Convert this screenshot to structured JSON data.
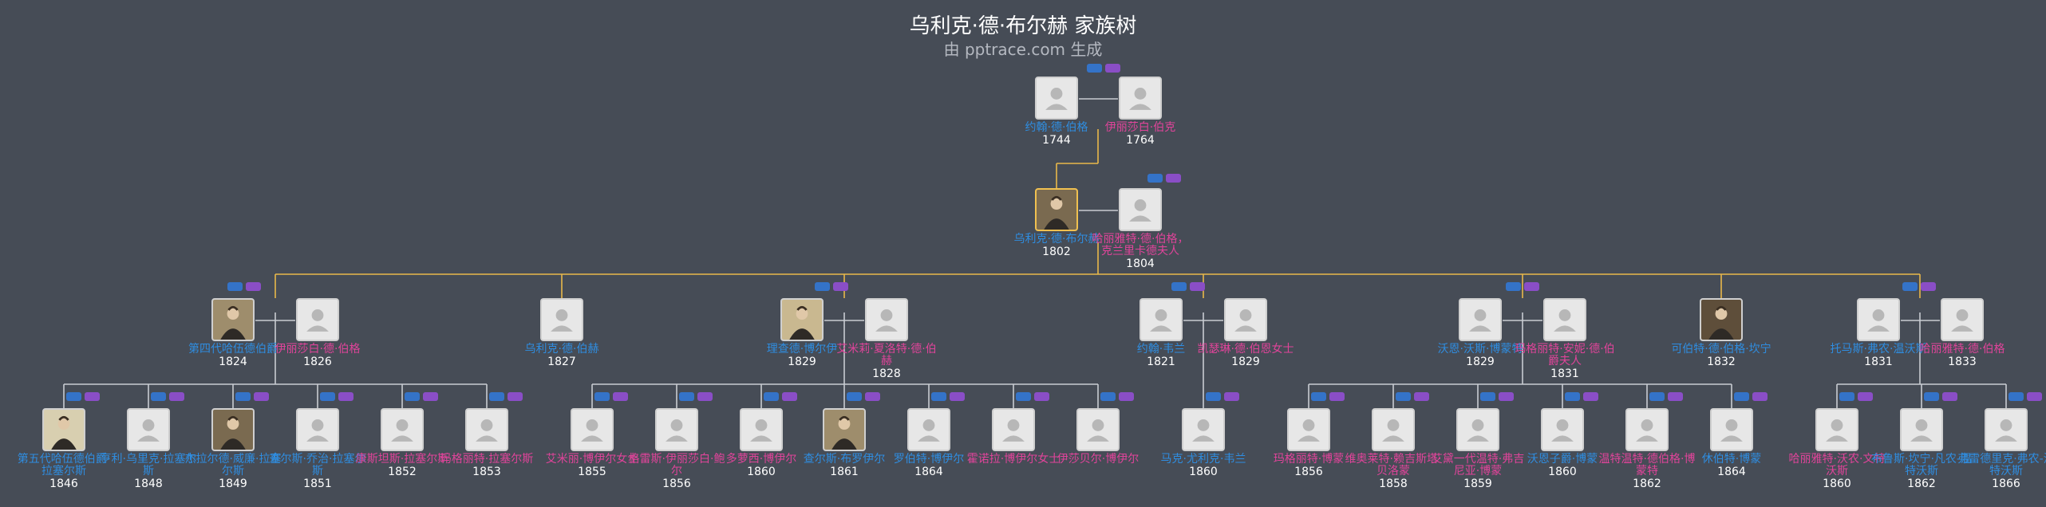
{
  "title": "乌利克·德·布尔赫 家族树",
  "subtitle": "由 pptrace.com 生成",
  "colors": {
    "background": "#464c56",
    "male": "#2f8de0",
    "female": "#e0449a",
    "line_main": "#e8b84a",
    "line_branch": "#c8ccd2"
  },
  "people": {
    "john": {
      "name": "约翰·德·伯格",
      "year": "1744",
      "sex": "m",
      "photo": "silhouette"
    },
    "elizabeth": {
      "name": "伊丽莎白·伯克",
      "year": "1764",
      "sex": "f",
      "photo": "silhouette"
    },
    "ulick": {
      "name": "乌利克·德·布尔赫",
      "year": "1802",
      "sex": "m",
      "photo": "portrait",
      "highlight": true
    },
    "harriet": {
      "name": "哈丽雅特·德·伯格，克兰里卡德夫人",
      "year": "1804",
      "sex": "f",
      "photo": "silhouette"
    },
    "hubert": {
      "name": "第四代哈伍德伯爵",
      "year": "1824",
      "sex": "m",
      "photo": "portrait"
    },
    "elizabeth2": {
      "name": "伊丽莎白·德·伯格",
      "year": "1826",
      "sex": "f",
      "photo": "silhouette"
    },
    "ulick2": {
      "name": "乌利克·德·伯赫",
      "year": "1827",
      "sex": "m",
      "photo": "silhouette"
    },
    "henry": {
      "name": "理查德·博尔伊",
      "year": "1829",
      "sex": "m",
      "photo": "portrait"
    },
    "emily": {
      "name": "艾米莉·夏洛特·德·伯赫",
      "year": "1828",
      "sex": "f",
      "photo": "silhouette"
    },
    "johnv": {
      "name": "约翰·韦兰",
      "year": "1821",
      "sex": "m",
      "photo": "silhouette"
    },
    "catherine": {
      "name": "凯瑟琳·德·伯恩女士",
      "year": "1829",
      "sex": "f",
      "photo": "silhouette"
    },
    "william": {
      "name": "沃恩·沃斯·博蒙特",
      "year": "1829",
      "sex": "m",
      "photo": "silhouette"
    },
    "margaret": {
      "name": "玛格丽特·安妮·德·伯爵夫人",
      "year": "1831",
      "sex": "f",
      "photo": "silhouette"
    },
    "kb": {
      "name": "可伯特·德·伯格·坎宁",
      "year": "1832",
      "sex": "m",
      "photo": "portrait"
    },
    "thomas": {
      "name": "托马斯·弗农·温沃斯",
      "year": "1831",
      "sex": "m",
      "photo": "silhouette"
    },
    "harriet2": {
      "name": "哈丽雅特·德·伯格",
      "year": "1833",
      "sex": "f",
      "photo": "silhouette"
    },
    "c1": {
      "name": "第五代哈伍德伯爵·拉塞尔斯",
      "year": "1846",
      "sex": "m",
      "photo": "portrait"
    },
    "c2": {
      "name": "亨利·乌里克·拉塞尔斯",
      "year": "1848",
      "sex": "m",
      "photo": "silhouette"
    },
    "c3": {
      "name": "杰拉尔德·威廉·拉塞尔斯",
      "year": "1849",
      "sex": "m",
      "photo": "portrait"
    },
    "c4": {
      "name": "查尔斯·乔治·拉塞尔斯",
      "year": "1851",
      "sex": "m",
      "photo": "silhouette"
    },
    "c5": {
      "name": "康斯坦斯·拉塞尔斯",
      "year": "1852",
      "sex": "f",
      "photo": "silhouette"
    },
    "c6": {
      "name": "玛格丽特·拉塞尔斯",
      "year": "1853",
      "sex": "f",
      "photo": "silhouette"
    },
    "c7": {
      "name": "艾米丽·博伊尔女士",
      "year": "1855",
      "sex": "f",
      "photo": "silhouette"
    },
    "c8": {
      "name": "格雷斯·伊丽莎白·鲍尔",
      "year": "1856",
      "sex": "f",
      "photo": "silhouette"
    },
    "c9": {
      "name": "多萝西·博伊尔",
      "year": "1860",
      "sex": "f",
      "photo": "silhouette"
    },
    "c10": {
      "name": "查尔斯·布罗伊尔",
      "year": "1861",
      "sex": "m",
      "photo": "portrait"
    },
    "c11": {
      "name": "罗伯特·博伊尔",
      "year": "1864",
      "sex": "m",
      "photo": "silhouette"
    },
    "c12": {
      "name": "霍诺拉·博伊尔女士",
      "year": "",
      "sex": "f",
      "photo": "silhouette"
    },
    "c13": {
      "name": "伊莎贝尔·博伊尔",
      "year": "",
      "sex": "f",
      "photo": "silhouette"
    },
    "c14": {
      "name": "马克·尤利克·韦兰",
      "year": "1860",
      "sex": "m",
      "photo": "silhouette"
    },
    "c15": {
      "name": "玛格丽特·博蒙",
      "year": "1856",
      "sex": "f",
      "photo": "silhouette"
    },
    "c16": {
      "name": "维奥莱特·赖吉斯塔·贝洛蒙",
      "year": "1858",
      "sex": "f",
      "photo": "silhouette"
    },
    "c17": {
      "name": "艾黛一代温特·弗吉尼亚·博蒙",
      "year": "1859",
      "sex": "f",
      "photo": "silhouette"
    },
    "c18": {
      "name": "沃恩子爵·博蒙",
      "year": "1860",
      "sex": "m",
      "photo": "silhouette"
    },
    "c19": {
      "name": "温特温特·德伯格·博蒙特",
      "year": "1862",
      "sex": "f",
      "photo": "silhouette"
    },
    "c20": {
      "name": "休伯特·博蒙",
      "year": "1864",
      "sex": "m",
      "photo": "silhouette"
    },
    "c21": {
      "name": "哈丽雅特·沃农·文特沃斯",
      "year": "1860",
      "sex": "f",
      "photo": "silhouette"
    },
    "c22": {
      "name": "布鲁斯·坎宁·凡农-温特沃斯",
      "year": "1862",
      "sex": "m",
      "photo": "silhouette"
    },
    "c23": {
      "name": "弗雷德里克·弗农-温特沃斯",
      "year": "1866",
      "sex": "m",
      "photo": "silhouette"
    }
  }
}
